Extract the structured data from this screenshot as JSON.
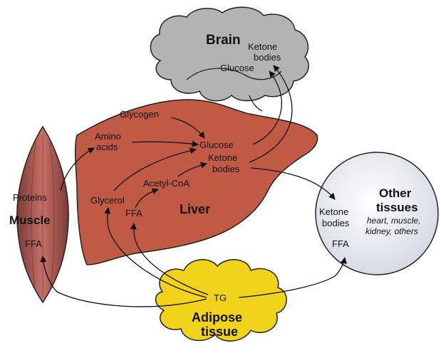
{
  "organs": {
    "brain": {
      "title": "Brain",
      "ketone_line1": "Ketone",
      "ketone_line2": "bodies",
      "glucose": "Glucose",
      "color": "#b3b3b3"
    },
    "liver": {
      "title": "Liver",
      "glycogen": "Glycogen",
      "amino_line1": "Amino",
      "amino_line2": "acids",
      "glucose": "Glucose",
      "ketone_line1": "Ketone",
      "ketone_line2": "bodies",
      "acetylcoa": "Acetyl-CoA",
      "glycerol": "Glycerol",
      "ffa": "FFA",
      "color": "#c05a45"
    },
    "muscle": {
      "title": "Muscle",
      "proteins": "Proteins",
      "ffa": "FFA",
      "color": "#a8524a"
    },
    "other_tissues": {
      "title_line1": "Other",
      "title_line2": "tissues",
      "subtitle_line1": "heart, muscle,",
      "subtitle_line2": "kidney, others",
      "ketone_line1": "Ketone",
      "ketone_line2": "bodies",
      "ffa": "FFA",
      "color": "#e4e4ee"
    },
    "adipose": {
      "tg": "TG",
      "title_line1": "Adipose",
      "title_line2": "tissue",
      "color": "#f2d31b"
    }
  }
}
